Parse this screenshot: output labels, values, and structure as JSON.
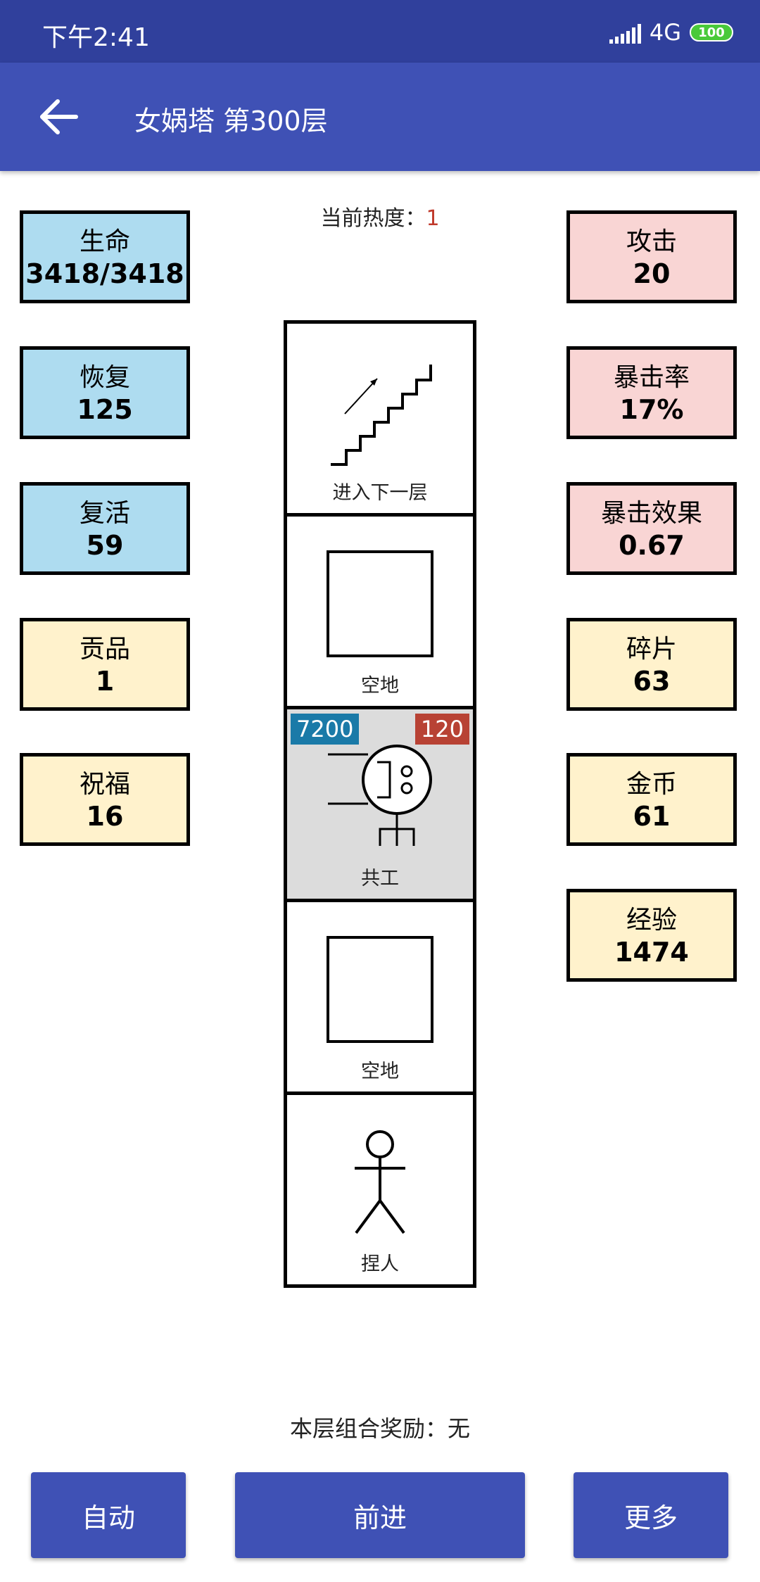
{
  "status_bar": {
    "time": "下午2:41",
    "network": "4G",
    "battery": "100"
  },
  "app_bar": {
    "title": "女娲塔 第300层",
    "back_icon": "arrow-left-icon"
  },
  "heat": {
    "label": "当前热度：",
    "value": "1"
  },
  "left_stats": [
    {
      "label": "生命",
      "value": "3418/3418"
    },
    {
      "label": "恢复",
      "value": "125"
    },
    {
      "label": "复活",
      "value": "59"
    },
    {
      "label": "贡品",
      "value": "1"
    },
    {
      "label": "祝福",
      "value": "16"
    }
  ],
  "right_stats": [
    {
      "label": "攻击",
      "value": "20"
    },
    {
      "label": "暴击率",
      "value": "17%"
    },
    {
      "label": "暴击效果",
      "value": "0.67"
    },
    {
      "label": "碎片",
      "value": "63"
    },
    {
      "label": "金币",
      "value": "61"
    },
    {
      "label": "经验",
      "value": "1474"
    }
  ],
  "tower": {
    "cells": [
      {
        "name": "进入下一层",
        "icon": "stairs-icon"
      },
      {
        "name": "空地",
        "icon": "empty-square-icon"
      },
      {
        "name": "共工",
        "icon": "monster-icon",
        "hp": "7200",
        "atk": "120"
      },
      {
        "name": "空地",
        "icon": "empty-square-icon"
      },
      {
        "name": "捏人",
        "icon": "stick-figure-icon"
      }
    ]
  },
  "combo": {
    "text": "本层组合奖励：无"
  },
  "buttons": {
    "auto": "自动",
    "forward": "前进",
    "more": "更多"
  },
  "colors": {
    "primary": "#3f51b5",
    "status_bar": "#30409c",
    "hp_badge": "#1a7aa8",
    "atk_badge": "#b84234",
    "heat_value": "#c0392b"
  }
}
